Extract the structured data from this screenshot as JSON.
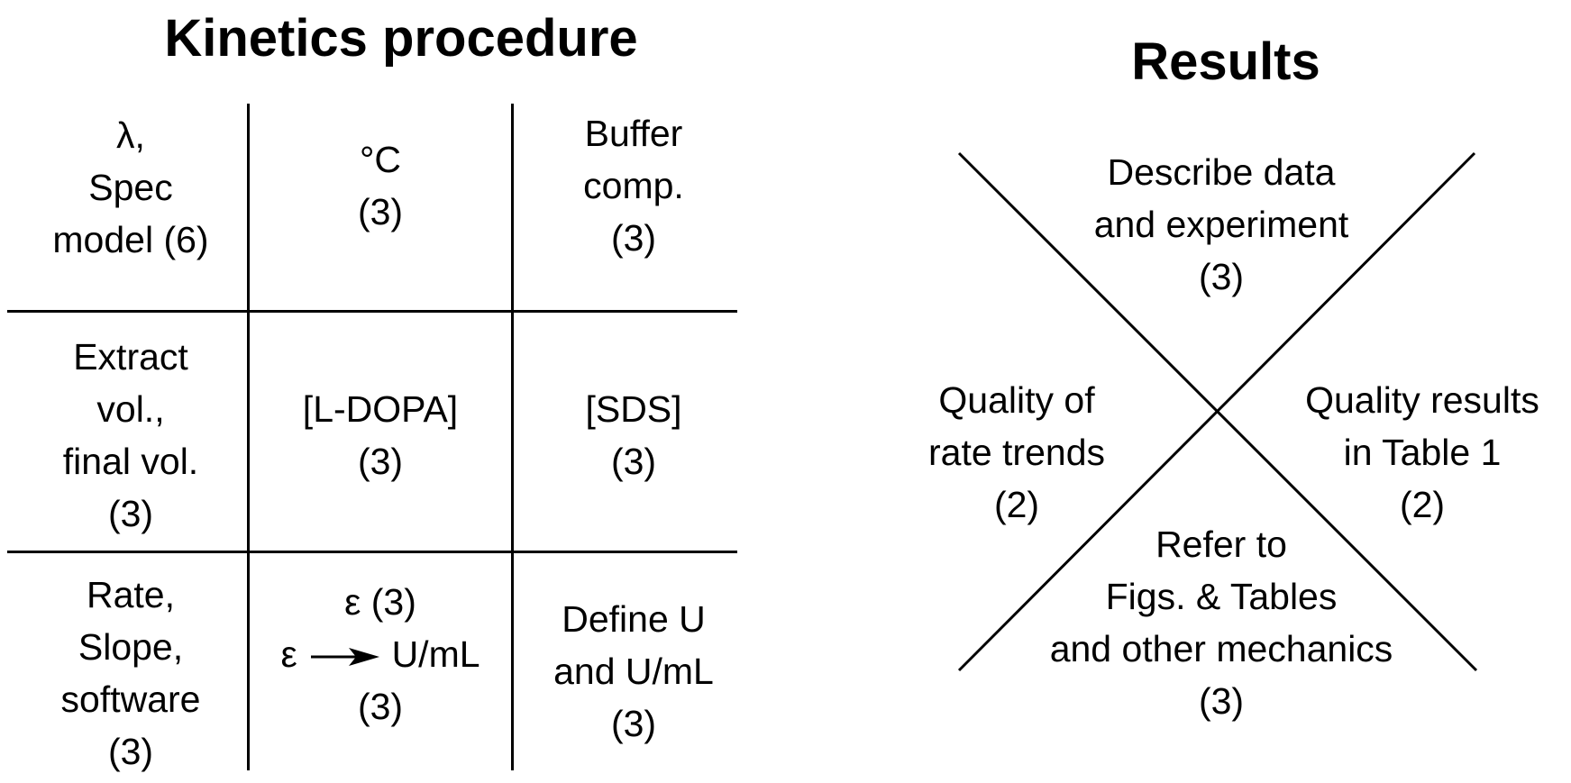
{
  "kinetics": {
    "title": "Kinetics procedure",
    "cells": [
      {
        "lines": [
          "λ,",
          "Spec",
          "model (6)"
        ]
      },
      {
        "lines": [
          "°C",
          "(3)"
        ]
      },
      {
        "lines": [
          "Buffer",
          "comp.",
          "(3)"
        ]
      },
      {
        "lines": [
          "Extract",
          "vol.,",
          "final vol.",
          "(3)"
        ]
      },
      {
        "lines": [
          "[L-DOPA]",
          "(3)"
        ]
      },
      {
        "lines": [
          "[SDS]",
          "(3)"
        ]
      },
      {
        "lines": [
          "Rate,",
          "Slope,",
          "software",
          "(3)"
        ]
      },
      {
        "lines": [
          "ε (3)"
        ],
        "arrow_from": "ε",
        "arrow_to": "U/mL",
        "score": "(3)"
      },
      {
        "lines": [
          "Define U",
          "and U/mL",
          "(3)"
        ]
      }
    ]
  },
  "results": {
    "title": "Results",
    "top": {
      "lines": [
        "Describe data",
        "and experiment",
        "(3)"
      ]
    },
    "left": {
      "lines": [
        "Quality of",
        "rate trends",
        "(2)"
      ]
    },
    "right": {
      "lines": [
        "Quality results",
        "in Table 1",
        "(2)"
      ]
    },
    "bottom": {
      "lines": [
        "Refer to",
        "Figs. & Tables",
        "and other mechanics",
        "(3)"
      ]
    }
  }
}
